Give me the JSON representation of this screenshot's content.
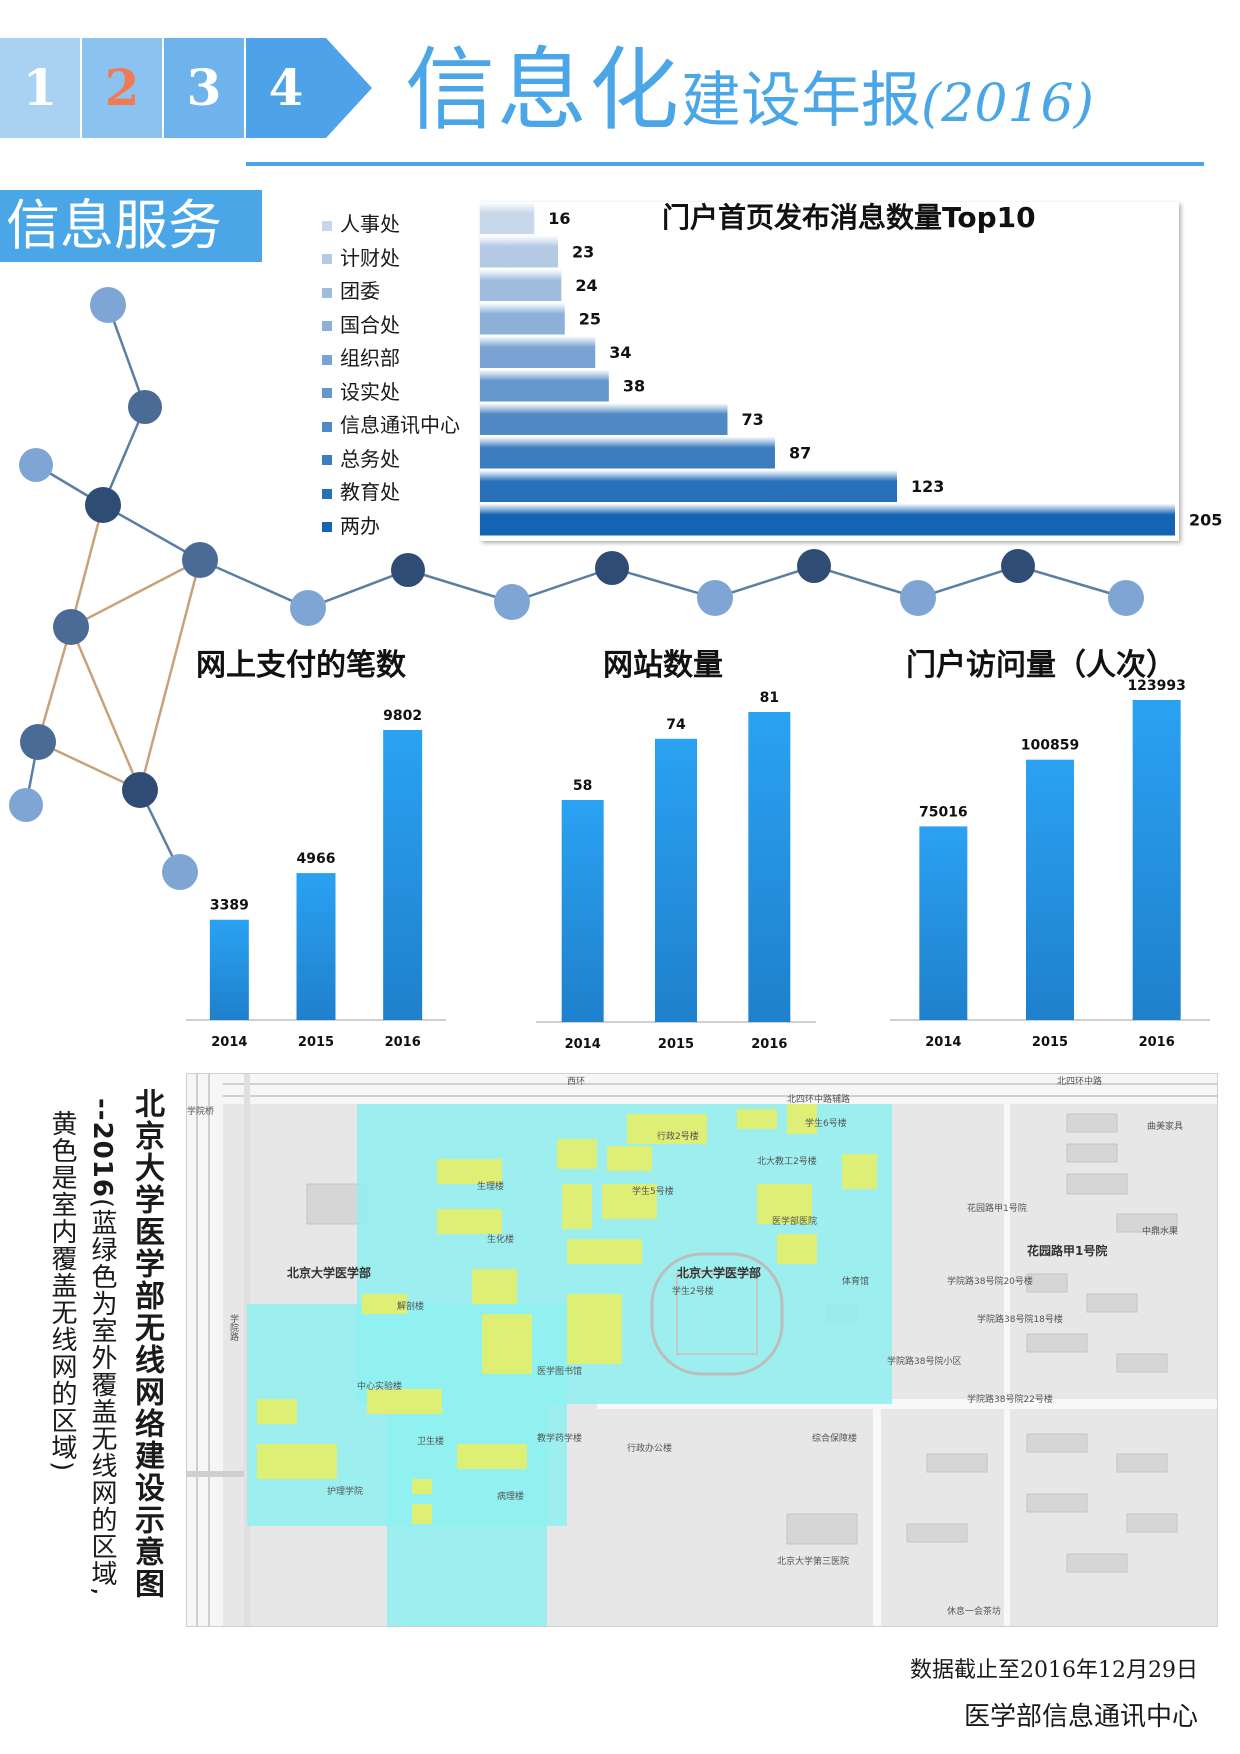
{
  "header": {
    "steps": [
      "1",
      "2",
      "3",
      "4"
    ],
    "title_main": "信息化",
    "title_sub": "建设年报",
    "title_year": "(2016)"
  },
  "section": {
    "label": "信息服务"
  },
  "colors": {
    "accent": "#4aa6e6",
    "bar_top": "#a9c7ec",
    "bar_bottom": "#1a6fb8",
    "bar_blue": "#2ea0ef",
    "wifi_outdoor": "#8ff0f0",
    "wifi_indoor": "#e4ef6a"
  },
  "chart_data": [
    {
      "id": "top10",
      "type": "bar",
      "orientation": "horizontal",
      "title": "门户首页发布消息数量Top10",
      "categories": [
        "人事处",
        "计财处",
        "团委",
        "国合处",
        "组织部",
        "设实处",
        "信息通讯中心",
        "总务处",
        "教育处",
        "两办"
      ],
      "values": [
        16,
        23,
        24,
        25,
        34,
        38,
        73,
        87,
        123,
        205
      ]
    },
    {
      "id": "payments",
      "type": "bar",
      "title": "网上支付的笔数",
      "categories": [
        "2014",
        "2015",
        "2016"
      ],
      "values": [
        3389,
        4966,
        9802
      ]
    },
    {
      "id": "websites",
      "type": "bar",
      "title": "网站数量",
      "categories": [
        "2014",
        "2015",
        "2016"
      ],
      "values": [
        58,
        74,
        81
      ]
    },
    {
      "id": "visits",
      "type": "bar",
      "title": "门户访问量（人次）",
      "categories": [
        "2014",
        "2015",
        "2016"
      ],
      "values": [
        75016,
        100859,
        123993
      ]
    }
  ],
  "map": {
    "title": "北京大学医学部无线网络建设示意图",
    "subtitle_year": "--2016",
    "note_line1": "(蓝绿色为室外覆盖无线网的区域,",
    "note_line2": "黄色是室内覆盖无线网的区域)",
    "labels": [
      {
        "text": "西环",
        "kind": "road"
      },
      {
        "text": "北四环中路辅路",
        "kind": "road"
      },
      {
        "text": "北四环中路",
        "kind": "road"
      },
      {
        "text": "学院桥",
        "kind": "road"
      },
      {
        "text": "学院路",
        "kind": "road"
      },
      {
        "text": "北京大学医学部",
        "kind": "place"
      },
      {
        "text": "北京大学医学部",
        "kind": "place"
      },
      {
        "text": "花园路甲1号院",
        "kind": "place"
      },
      {
        "text": "花园路甲1号院",
        "kind": "place"
      },
      {
        "text": "学院路38号院小区",
        "kind": "place"
      },
      {
        "text": "行政办公楼",
        "kind": "poi"
      },
      {
        "text": "综合保障楼",
        "kind": "poi"
      },
      {
        "text": "北京大学第三医院",
        "kind": "poi"
      },
      {
        "text": "体育馆",
        "kind": "poi"
      },
      {
        "text": "医学图书馆",
        "kind": "poi"
      },
      {
        "text": "解剖楼",
        "kind": "poi"
      },
      {
        "text": "卫生楼",
        "kind": "poi"
      },
      {
        "text": "护理学院",
        "kind": "poi"
      },
      {
        "text": "病理楼",
        "kind": "poi"
      },
      {
        "text": "教学药学楼",
        "kind": "poi"
      },
      {
        "text": "中心实验楼",
        "kind": "poi"
      },
      {
        "text": "生理楼",
        "kind": "poi"
      },
      {
        "text": "生化楼",
        "kind": "poi"
      },
      {
        "text": "学生2号楼",
        "kind": "poi"
      },
      {
        "text": "学生6号楼",
        "kind": "poi"
      },
      {
        "text": "学生5号楼",
        "kind": "poi"
      },
      {
        "text": "北大教工2号楼",
        "kind": "poi"
      },
      {
        "text": "医学部医院",
        "kind": "poi"
      },
      {
        "text": "行政2号楼",
        "kind": "poi"
      },
      {
        "text": "学院路38号院20号楼",
        "kind": "poi"
      },
      {
        "text": "学院路38号院18号楼",
        "kind": "poi"
      },
      {
        "text": "学院路38号院22号楼",
        "kind": "poi"
      },
      {
        "text": "中鼎水果",
        "kind": "poi"
      },
      {
        "text": "曲美家具",
        "kind": "poi"
      },
      {
        "text": "休息一会茶坊",
        "kind": "poi"
      }
    ]
  },
  "footer": {
    "date_note": "数据截止至2016年12月29日",
    "org": "医学部信息通讯中心"
  }
}
